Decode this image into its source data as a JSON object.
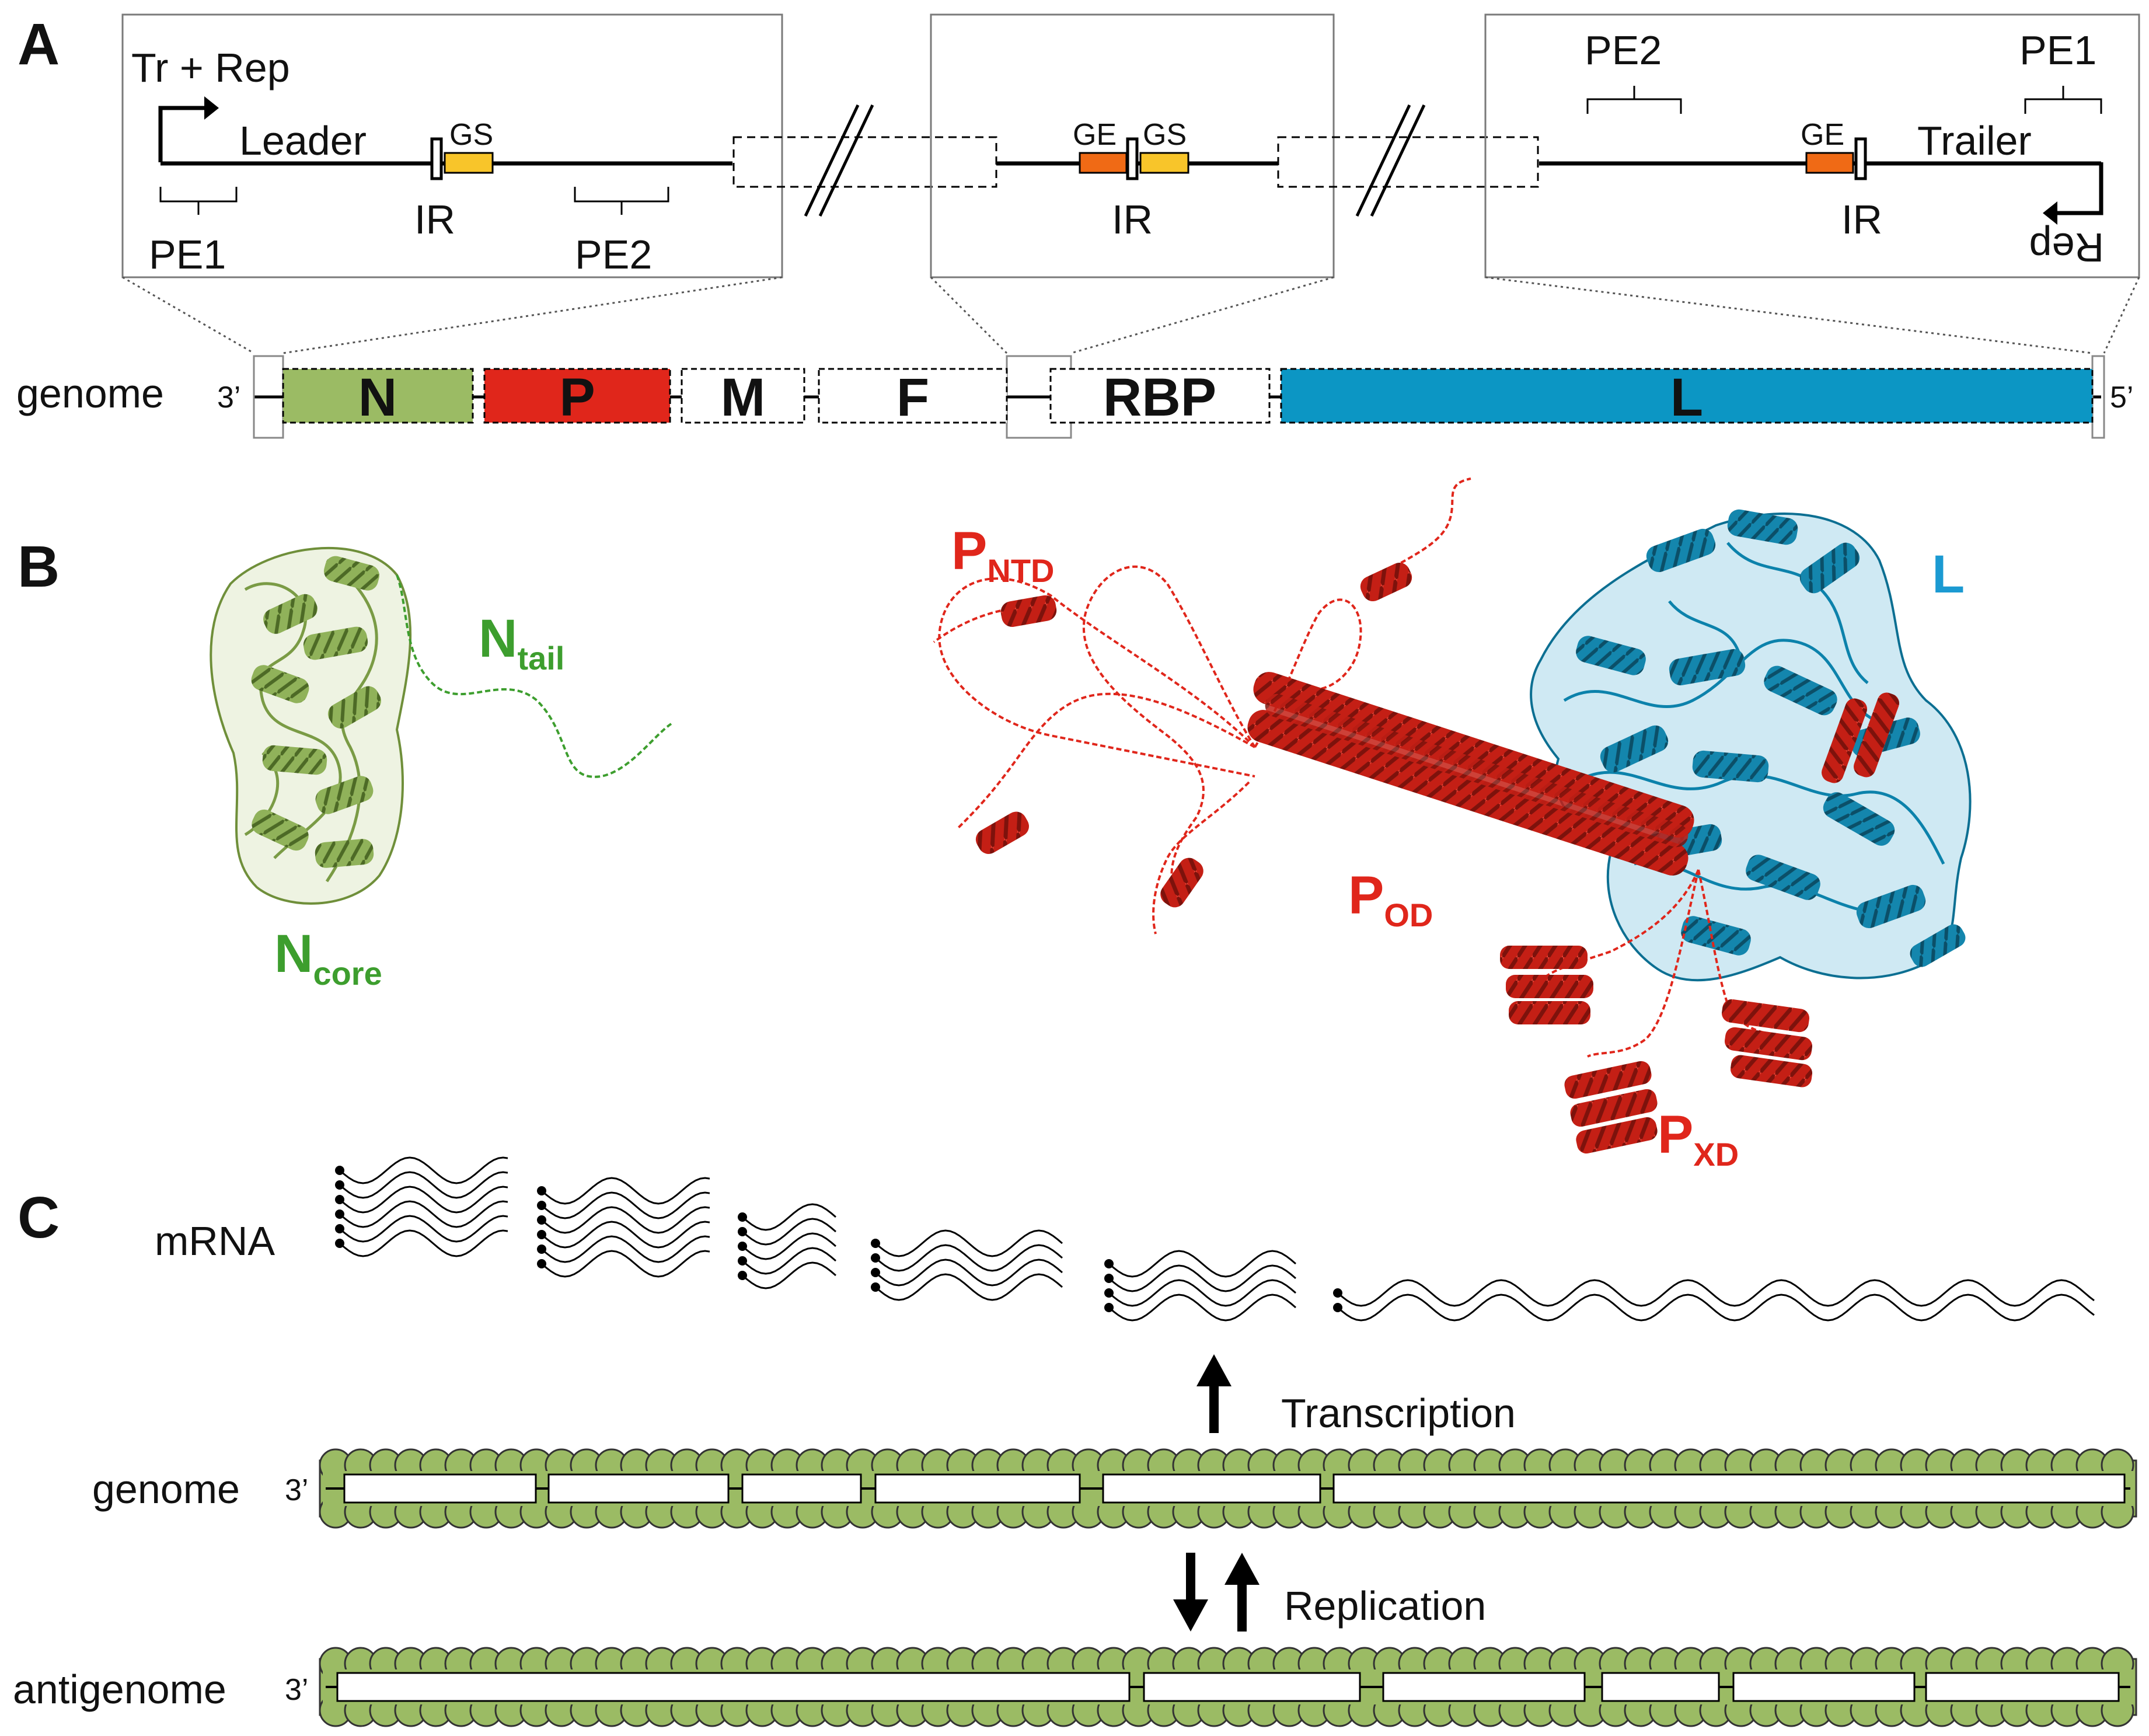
{
  "panels": {
    "a": "A",
    "b": "B",
    "c": "C"
  },
  "colors": {
    "N": "#9bbb64",
    "P": "#e0261b",
    "L": "#0c96c4",
    "GE": "#f06a15",
    "GS": "#f8c52a",
    "nucleocapsid": "#9bbb64",
    "label_red": "#e0261b",
    "label_green": "#3d9e2e",
    "label_blue": "#1b9ad2"
  },
  "panelA": {
    "zoom_left": {
      "tr_rep": "Tr + Rep",
      "leader": "Leader",
      "gs": "GS",
      "ir": "IR",
      "pe1": "PE1",
      "pe2": "PE2"
    },
    "zoom_middle": {
      "ge": "GE",
      "gs": "GS",
      "ir": "IR"
    },
    "zoom_right": {
      "pe2": "PE2",
      "pe1": "PE1",
      "ge": "GE",
      "trailer": "Trailer",
      "ir": "IR",
      "rep": "Rep"
    },
    "genome_label": "genome",
    "end_3": "3’",
    "end_5": "5’",
    "genes": [
      "N",
      "P",
      "M",
      "F",
      "RBP",
      "L"
    ]
  },
  "panelB": {
    "n_tail": {
      "main": "N",
      "sub": "tail"
    },
    "n_core": {
      "main": "N",
      "sub": "core"
    },
    "p_ntd": {
      "main": "P",
      "sub": "NTD"
    },
    "p_od": {
      "main": "P",
      "sub": "OD"
    },
    "p_xd": {
      "main": "P",
      "sub": "XD"
    },
    "l": "L"
  },
  "panelC": {
    "mrna": "mRNA",
    "transcription": "Transcription",
    "replication": "Replication",
    "genome": "genome",
    "antigenome": "antigenome",
    "end_3": "3’"
  }
}
